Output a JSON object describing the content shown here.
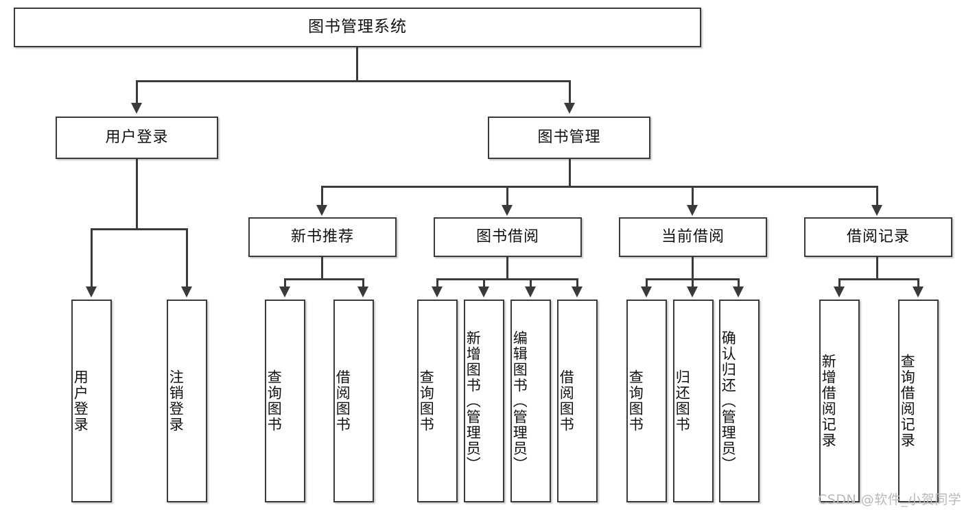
{
  "diagram": {
    "type": "tree",
    "title": "图书管理系统",
    "watermark": "CSDN @软件_小贺同学",
    "levels": {
      "level1": [
        {
          "id": "root",
          "label": "图书管理系统"
        }
      ],
      "level2": [
        {
          "id": "user-login",
          "label": "用户登录"
        },
        {
          "id": "book-manage",
          "label": "图书管理"
        }
      ],
      "level3": [
        {
          "id": "new-book-rec",
          "label": "新书推荐"
        },
        {
          "id": "book-borrow",
          "label": "图书借阅"
        },
        {
          "id": "current-borrow",
          "label": "当前借阅"
        },
        {
          "id": "borrow-record",
          "label": "借阅记录"
        }
      ],
      "level4": [
        {
          "id": "leaf-user-login",
          "label": "用户登录"
        },
        {
          "id": "leaf-logout",
          "label": "注销登录"
        },
        {
          "id": "leaf-query-book-1",
          "label": "查询图书"
        },
        {
          "id": "leaf-borrow-book-1",
          "label": "借阅图书"
        },
        {
          "id": "leaf-query-book-2",
          "label": "查询图书"
        },
        {
          "id": "leaf-add-book",
          "label": "新增图书（管理员）"
        },
        {
          "id": "leaf-edit-book",
          "label": "编辑图书（管理员）"
        },
        {
          "id": "leaf-borrow-book-2",
          "label": "借阅图书"
        },
        {
          "id": "leaf-query-book-3",
          "label": "查询图书"
        },
        {
          "id": "leaf-return-book",
          "label": "归还图书"
        },
        {
          "id": "leaf-confirm-return",
          "label": "确认归还（管理员）"
        },
        {
          "id": "leaf-add-record",
          "label": "新增借阅记录"
        },
        {
          "id": "leaf-query-record",
          "label": "查询借阅记录"
        }
      ]
    },
    "colors": {
      "stroke": "#3a3a3a",
      "fill": "#ffffff",
      "text": "#111111",
      "watermark": "#b9b9b9"
    }
  }
}
